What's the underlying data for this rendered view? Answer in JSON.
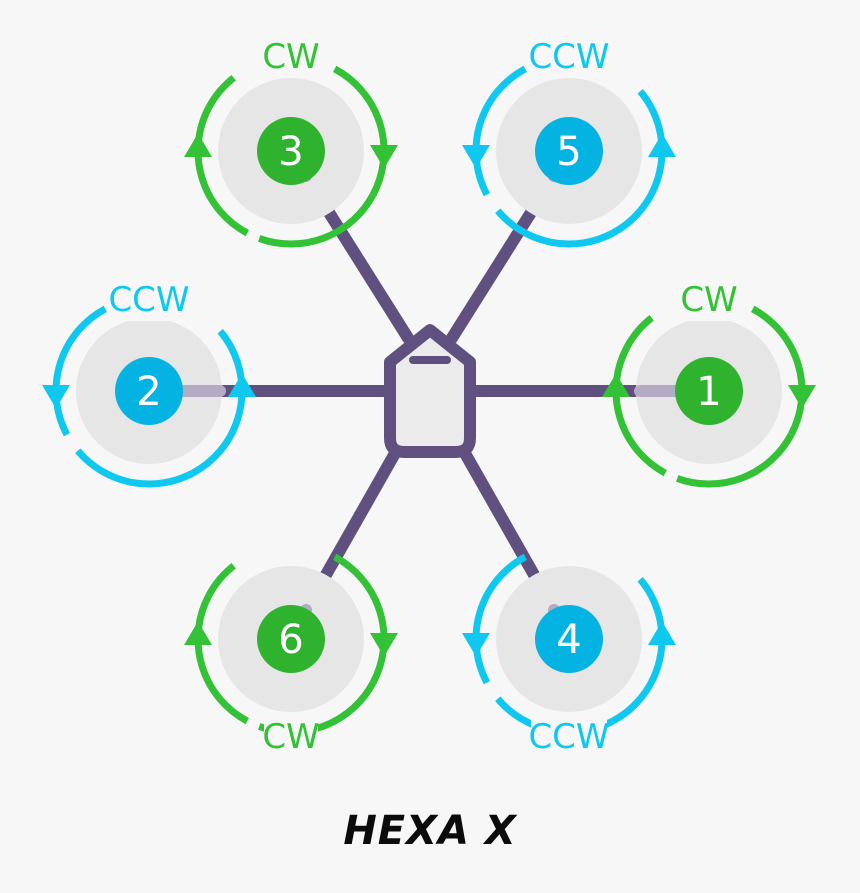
{
  "title": "HEXA X",
  "colors": {
    "background": "#f7f7f7",
    "frame": "#5f5080",
    "arm_inner": "#b3abc2",
    "prop_disc": "#e6e6e6",
    "cw": "#33c235",
    "ccw": "#0fc8ef",
    "cw_dot": "#2fb32f",
    "ccw_dot": "#05b3e3",
    "body_fill": "#ebebeb"
  },
  "motors": [
    {
      "number": "1",
      "direction": "CW"
    },
    {
      "number": "2",
      "direction": "CCW"
    },
    {
      "number": "3",
      "direction": "CW"
    },
    {
      "number": "4",
      "direction": "CCW"
    },
    {
      "number": "5",
      "direction": "CCW"
    },
    {
      "number": "6",
      "direction": "CW"
    }
  ]
}
